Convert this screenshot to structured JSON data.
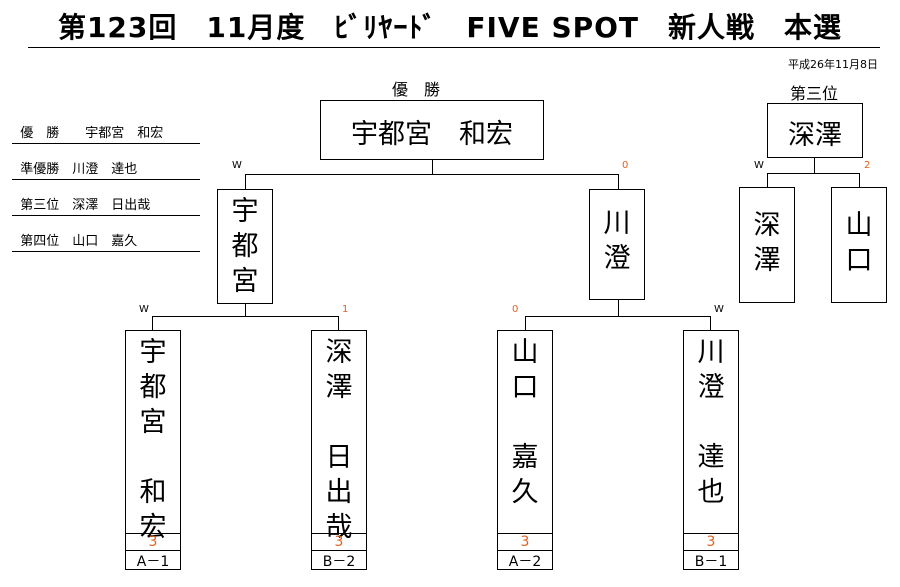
{
  "title": "第123回　11月度　ﾋﾞﾘﾔｰﾄﾞ　FIVE SPOT　新人戦　本選",
  "date": "平成26年11月8日",
  "summary": [
    {
      "rank": "優　勝",
      "name": "宇都宮　和宏"
    },
    {
      "rank": "準優勝",
      "name": "川澄　達也"
    },
    {
      "rank": "第三位",
      "name": "深澤　日出哉"
    },
    {
      "rank": "第四位",
      "name": "山口　嘉久"
    }
  ],
  "champion": {
    "label": "優　勝",
    "name": "宇都宮　和宏"
  },
  "third_place": {
    "label": "第三位",
    "name": "深澤"
  },
  "final": {
    "left": {
      "name": "宇\n都\n宮",
      "mark": "W"
    },
    "right": {
      "name": "川\n澄",
      "mark": "0"
    }
  },
  "third_match": {
    "left": {
      "name": "深\n澤",
      "mark": "W"
    },
    "right": {
      "name": "山\n口",
      "mark": "2"
    }
  },
  "first_round": [
    {
      "name": "宇\n都\n宮\n\n和\n宏",
      "mark": "W",
      "score": "3",
      "seed": "A－1"
    },
    {
      "name": "深\n澤\n\n日\n出\n哉",
      "mark": "1",
      "score": "3",
      "seed": "B－2"
    },
    {
      "name": "山\n口\n\n嘉\n久",
      "mark": "0",
      "score": "3",
      "seed": "A－2"
    },
    {
      "name": "川\n澄\n\n達\n也",
      "mark": "W",
      "score": "3",
      "seed": "B－1"
    }
  ]
}
